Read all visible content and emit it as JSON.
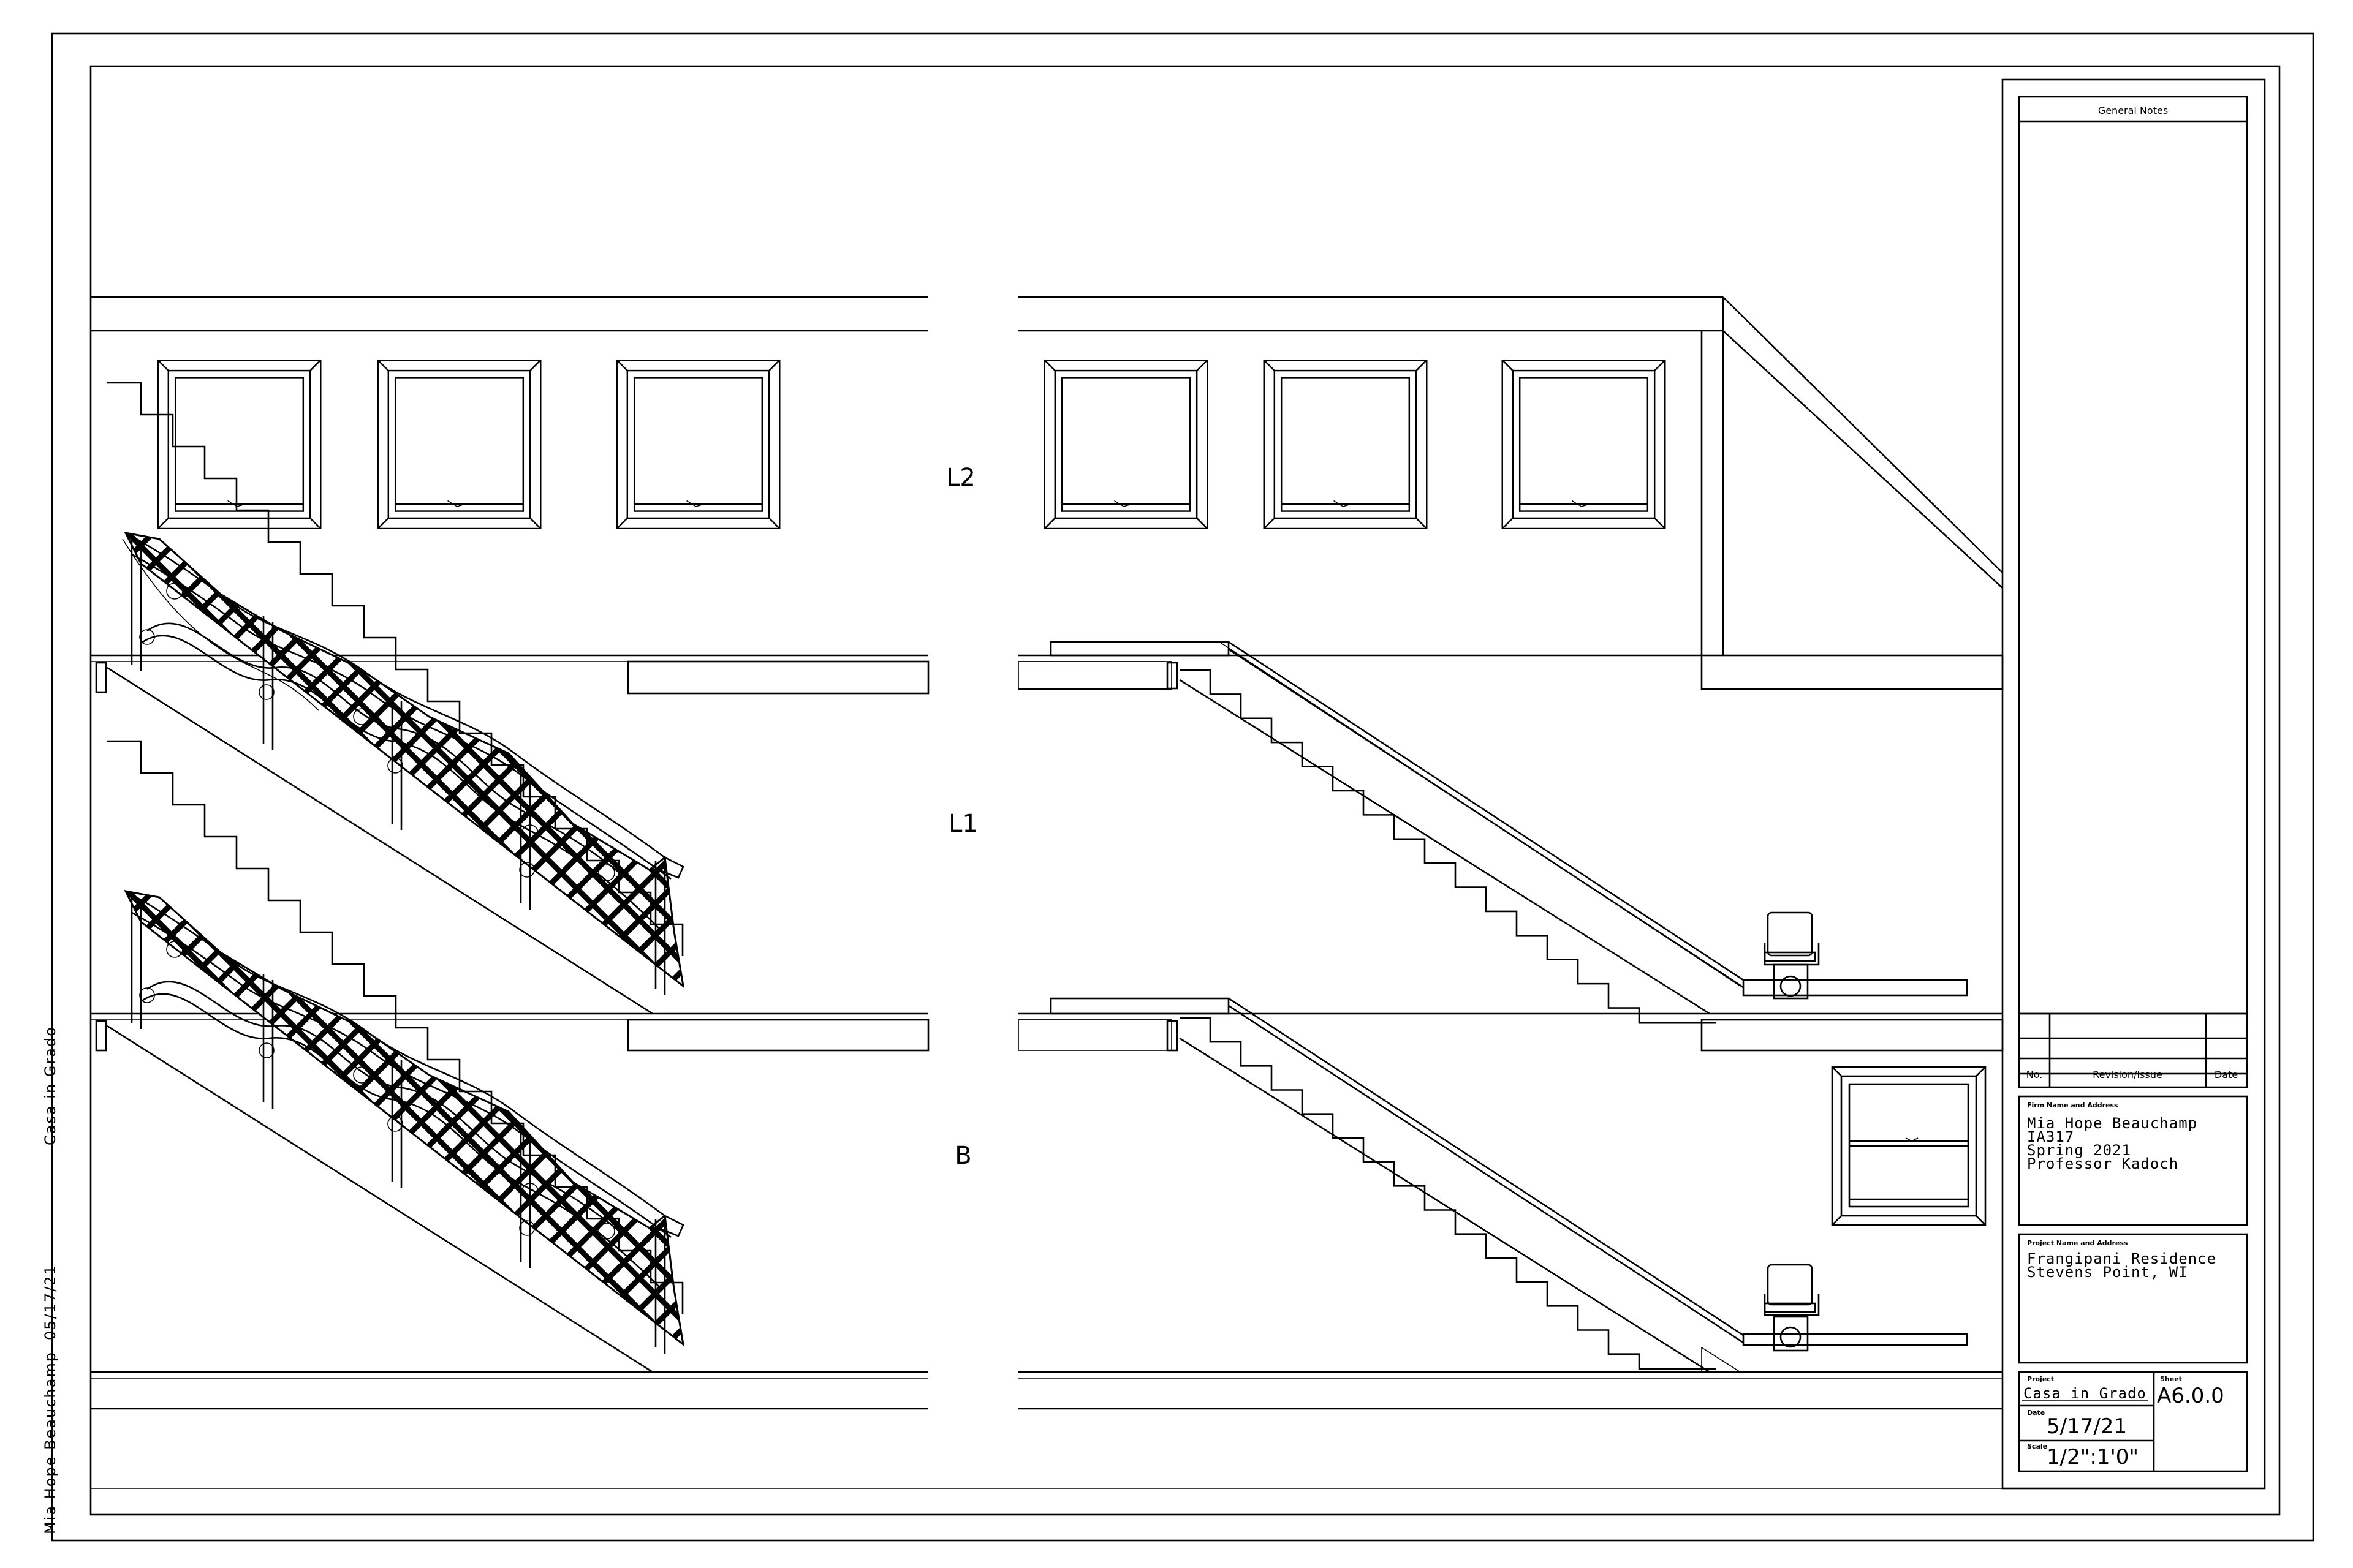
{
  "levels": {
    "l2": "L2",
    "l1": "L1",
    "b": "B"
  },
  "title_block": {
    "general_notes_label": "General Notes",
    "revision_table": {
      "no_label": "No.",
      "revision_label": "Revision/Issue",
      "date_label": "Date"
    },
    "firm": {
      "label": "Firm Name and Address",
      "lines": [
        "Mia Hope Beauchamp",
        "IA317",
        "Spring 2021",
        "Professor Kadoch"
      ]
    },
    "project_info": {
      "label": "Project Name and Address",
      "lines": [
        "Frangipani Residence",
        "Stevens Point, WI"
      ]
    },
    "project_label": "Project",
    "project_name": "Casa in Grado",
    "sheet_label": "Sheet",
    "sheet_number": "A6.0.0",
    "date_label": "Date",
    "date_value": "5/17/21",
    "scale_label": "Scale",
    "scale_value": "1/2\":1'0\""
  },
  "side_labels": {
    "project": "Casa in Grado",
    "date": "05/17/21",
    "author": "Mia Hope Beauchamp"
  }
}
